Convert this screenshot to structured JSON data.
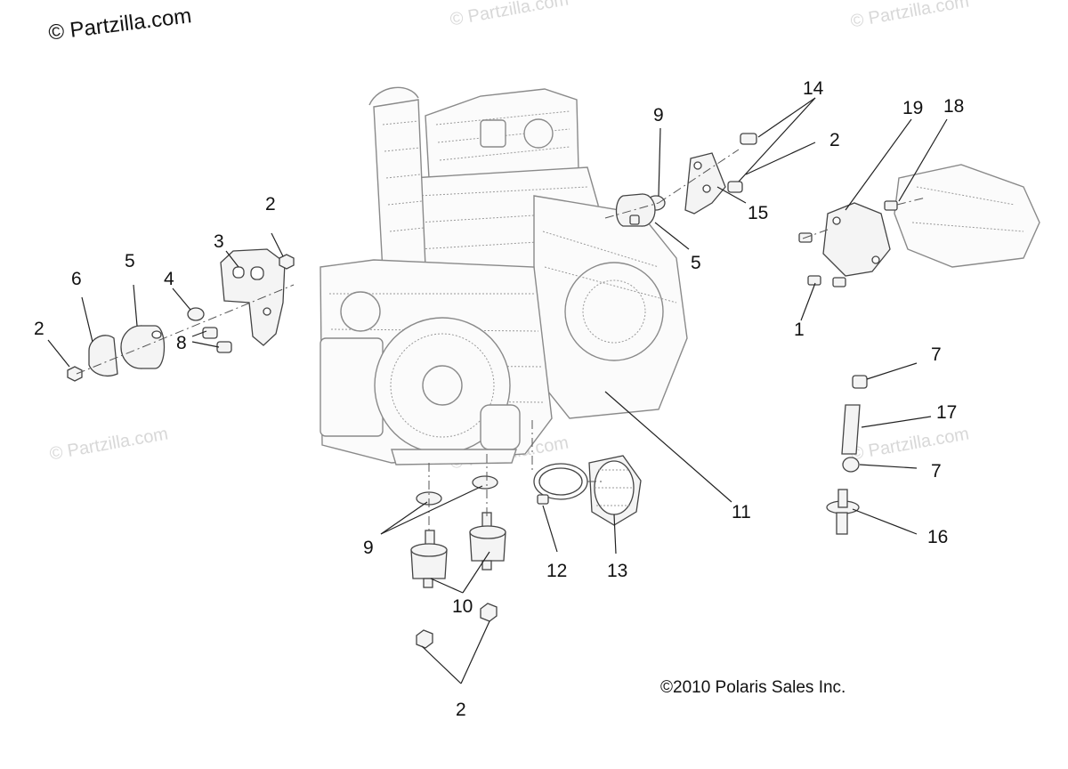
{
  "watermarks": {
    "main": "© Partzilla.com",
    "faint": "© Partzilla.com"
  },
  "copyright": "©2010  Polaris Sales Inc.",
  "callouts": {
    "c1": "1",
    "c2a": "2",
    "c2b": "2",
    "c2c": "2",
    "c2d": "2",
    "c3": "3",
    "c4": "4",
    "c5a": "5",
    "c5b": "5",
    "c6": "6",
    "c7a": "7",
    "c7b": "7",
    "c8": "8",
    "c9a": "9",
    "c9b": "9",
    "c10": "10",
    "c11": "11",
    "c12": "12",
    "c13": "13",
    "c14": "14",
    "c15": "15",
    "c16": "16",
    "c17": "17",
    "c18": "18",
    "c19": "19"
  }
}
